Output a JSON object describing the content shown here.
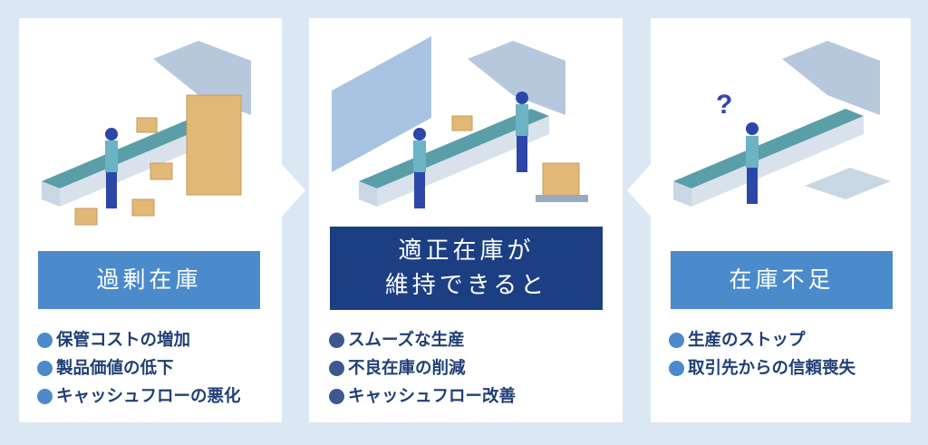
{
  "panels": [
    {
      "title": "過剰在庫",
      "items": [
        "保管コストの増加",
        "製品価値の低下",
        "キャッシュフローの悪化"
      ]
    },
    {
      "title": "適正在庫が\n維持できると",
      "items": [
        "スムーズな生産",
        "不良在庫の削減",
        "キャッシュフロー改善"
      ]
    },
    {
      "title": "在庫不足",
      "question_mark": "?",
      "items": [
        "生産のストップ",
        "取引先からの信頼喪失"
      ]
    }
  ],
  "colors": {
    "background": "#dbe7f3",
    "side_header": "#4b8acb",
    "center_header": "#1c3f84",
    "text": "#1f3f75"
  }
}
